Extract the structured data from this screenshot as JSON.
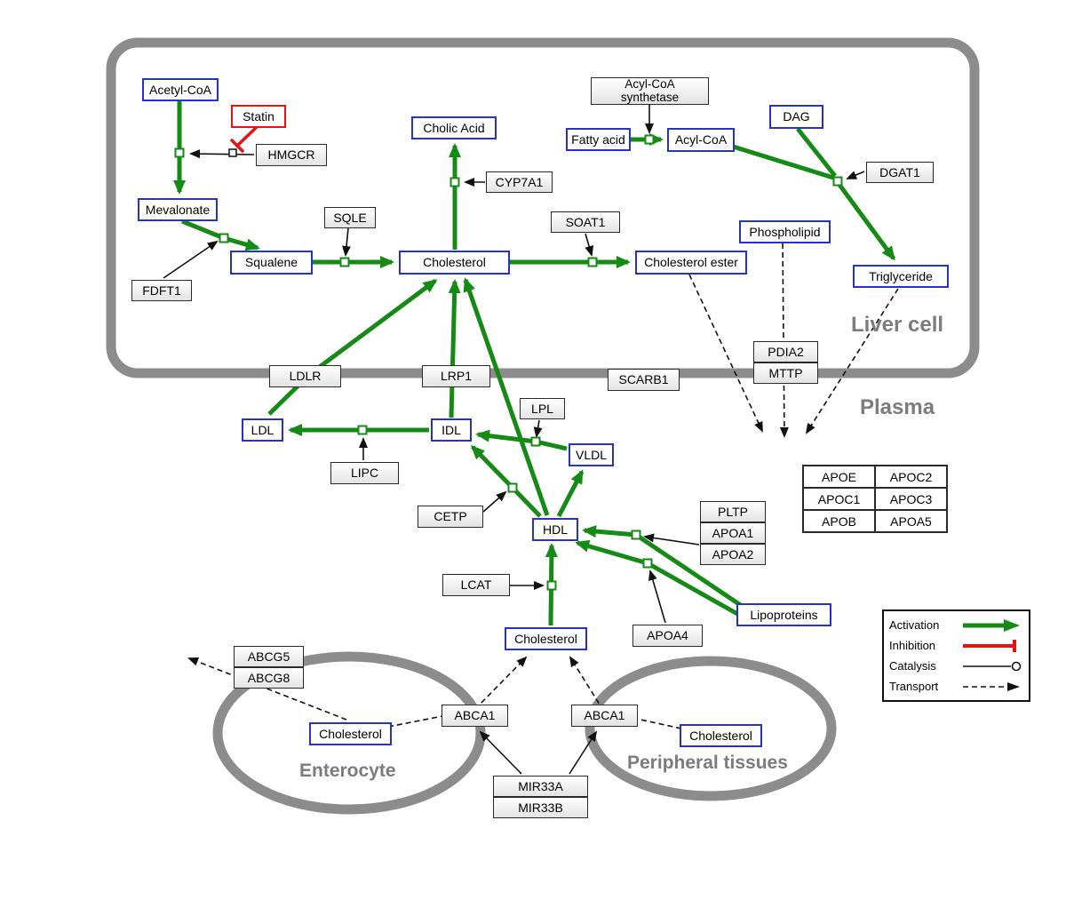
{
  "compartments": {
    "liver": "Liver cell",
    "plasma": "Plasma",
    "enterocyte": "Enterocyte",
    "peripheral": "Peripheral tissues"
  },
  "nodes": {
    "acetyl_coa": "Acetyl-CoA",
    "statin": "Statin",
    "hmgcr": "HMGCR",
    "mevalonate": "Mevalonate",
    "fdft1": "FDFT1",
    "squalene": "Squalene",
    "sqle": "SQLE",
    "cholesterol_liver": "Cholesterol",
    "cholic_acid": "Cholic Acid",
    "cyp7a1": "CYP7A1",
    "soat1": "SOAT1",
    "cholesterol_ester": "Cholesterol ester",
    "acyl_coa_synthetase": "Acyl-CoA synthetase",
    "fatty_acid": "Fatty acid",
    "acyl_coa": "Acyl-CoA",
    "dag": "DAG",
    "dgat1": "DGAT1",
    "phospholipid": "Phospholipid",
    "triglyceride": "Triglyceride",
    "ldlr": "LDLR",
    "lrp1": "LRP1",
    "scarb1": "SCARB1",
    "pdia2": "PDIA2",
    "mttp": "MTTP",
    "ldl": "LDL",
    "idl": "IDL",
    "lipc": "LIPC",
    "lpl": "LPL",
    "vldl": "VLDL",
    "cetp": "CETP",
    "hdl": "HDL",
    "pltp": "PLTP",
    "apoa1": "APOA1",
    "apoa2": "APOA2",
    "lcat": "LCAT",
    "apoa4": "APOA4",
    "lipoproteins": "Lipoproteins",
    "cholesterol_plasma": "Cholesterol",
    "abcg5": "ABCG5",
    "abcg8": "ABCG8",
    "cholesterol_enterocyte": "Cholesterol",
    "abca1_left": "ABCA1",
    "abca1_right": "ABCA1",
    "cholesterol_peripheral": "Cholesterol",
    "mir33a": "MIR33A",
    "mir33b": "MIR33B"
  },
  "apo_table": {
    "rows": [
      [
        "APOE",
        "APOC2"
      ],
      [
        "APOC1",
        "APOC3"
      ],
      [
        "APOB",
        "APOA5"
      ]
    ]
  },
  "legend": {
    "activation": "Activation",
    "inhibition": "Inhibition",
    "catalysis": "Catalysis",
    "transport": "Transport"
  },
  "colors": {
    "activation_green": "#158a15",
    "inhibition_red": "#e81010",
    "metabolite_border_blue": "#2533c8",
    "compartment_gray": "#8c8c8c",
    "line_black": "#111111"
  }
}
